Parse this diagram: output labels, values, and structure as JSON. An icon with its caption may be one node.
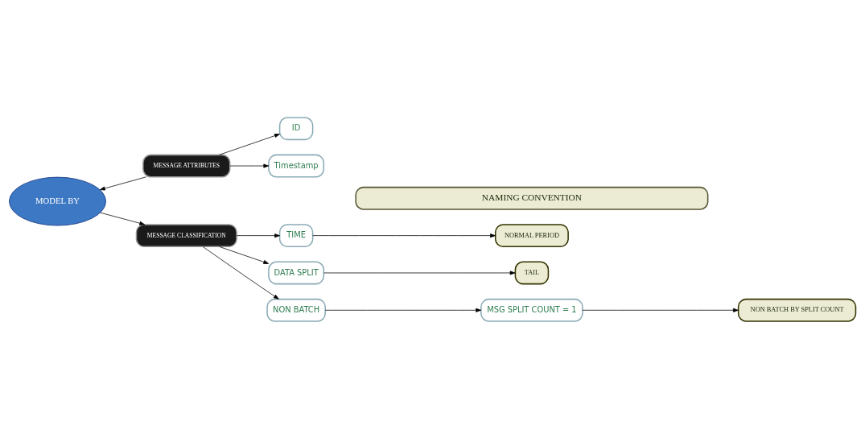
{
  "diagram": {
    "nodes": [
      {
        "text": [
          "MODEL BY"
        ]
      },
      {
        "text": [
          "MESSAGE ATTRIBUTES"
        ]
      },
      {
        "text": [
          "ID"
        ]
      },
      {
        "text": [
          "Timestamp"
        ]
      },
      {
        "text": [
          "NAMING CONVENTION"
        ]
      },
      {
        "text": [
          "MESSAGE CLASSIFICATION"
        ]
      },
      {
        "text": [
          "TIME"
        ]
      },
      {
        "text": [
          "NORMAL PERIOD"
        ]
      },
      {
        "text": [
          "DATA SPLIT"
        ]
      },
      {
        "text": [
          "TAIL"
        ]
      },
      {
        "text": [
          "NON BATCH"
        ]
      },
      {
        "text": [
          "MSG SPLIT COUNT = 1"
        ]
      },
      {
        "text": [
          "NON BATCH BY SPLIT COUNT"
        ]
      }
    ],
    "edges": [
      {
        "from": 1,
        "to": 0,
        "arrow": "to"
      },
      {
        "from": 1,
        "to": 2,
        "arrow": "to"
      },
      {
        "from": 1,
        "to": 3,
        "arrow": "to"
      },
      {
        "from": 0,
        "to": 5,
        "arrow": "to"
      },
      {
        "from": 5,
        "to": 6,
        "arrow": "to"
      },
      {
        "from": 5,
        "to": 8,
        "arrow": "to"
      },
      {
        "from": 5,
        "to": 10,
        "arrow": "to"
      },
      {
        "from": 6,
        "to": 7,
        "arrow": "to"
      },
      {
        "from": 8,
        "to": 9,
        "arrow": "to"
      },
      {
        "from": 10,
        "to": 11,
        "arrow": "to"
      },
      {
        "from": 11,
        "to": 12,
        "arrow": "to"
      }
    ]
  }
}
